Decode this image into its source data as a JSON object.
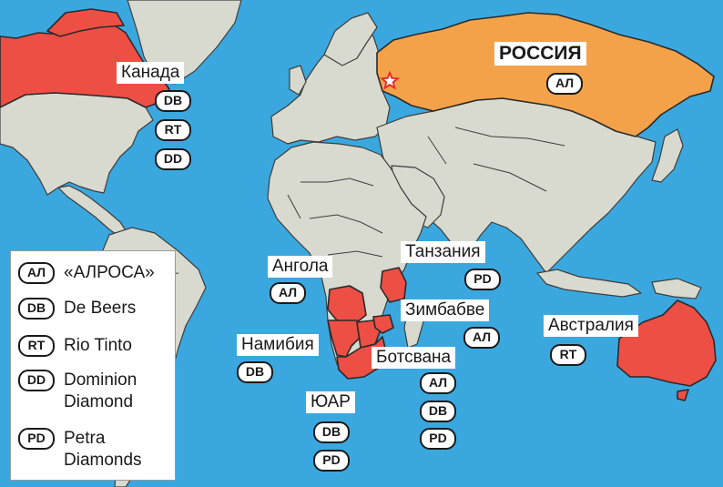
{
  "legend": {
    "items": [
      {
        "code": "АЛ",
        "name": "«АЛРОСА»"
      },
      {
        "code": "DB",
        "name": "De Beers"
      },
      {
        "code": "RT",
        "name": "Rio Tinto"
      },
      {
        "code": "DD",
        "name": "Dominion Diamond"
      },
      {
        "code": "PD",
        "name": "Petra Diamonds"
      }
    ]
  },
  "countries": {
    "canada": {
      "name": "Канада",
      "companies": [
        "DB",
        "RT",
        "DD"
      ]
    },
    "russia": {
      "name": "РОССИЯ",
      "companies": [
        "АЛ"
      ]
    },
    "angola": {
      "name": "Ангола",
      "companies": [
        "АЛ"
      ]
    },
    "tanzania": {
      "name": "Танзания",
      "companies": [
        "PD"
      ]
    },
    "zimbabwe": {
      "name": "Зимбабве",
      "companies": [
        "АЛ"
      ]
    },
    "namibia": {
      "name": "Намибия",
      "companies": [
        "DB"
      ]
    },
    "botswana": {
      "name": "Ботсвана",
      "companies": [
        "АЛ",
        "DB",
        "PD"
      ]
    },
    "south_africa": {
      "name": "ЮАР",
      "companies": [
        "DB",
        "PD"
      ]
    },
    "australia": {
      "name": "Австралия",
      "companies": [
        "RT"
      ]
    }
  },
  "colors": {
    "sea": "#3aa8df",
    "land": "#d8dacf",
    "highlight": "#ee4f45",
    "russia": "#f4a24a",
    "capital_star": "#e8302a"
  },
  "icons": {
    "capital": "star-icon"
  }
}
